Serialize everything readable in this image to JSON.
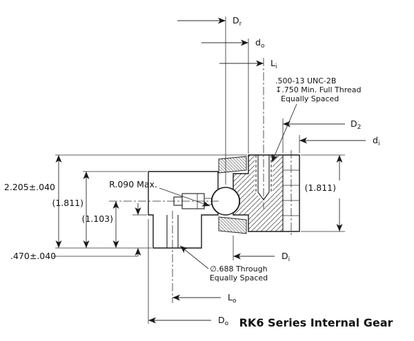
{
  "title": "RK6 Series Internal Gear",
  "colors": {
    "ink": "#1a1a1a"
  },
  "dims": {
    "dr": {
      "base": "D",
      "sub": "r"
    },
    "do_top": {
      "base": "d",
      "sub": "o"
    },
    "li": {
      "base": "L",
      "sub": "i"
    },
    "d2": {
      "base": "D",
      "sub": "2"
    },
    "di_small": {
      "base": "d",
      "sub": "i"
    },
    "di_cap": {
      "base": "D",
      "sub": "i"
    },
    "lo": {
      "base": "L",
      "sub": "o"
    },
    "do_big": {
      "base": "D",
      "sub": "o"
    },
    "overall_height": "2.205±.040",
    "outer_ring_height": "(1.811)",
    "center_height": "(1.103)",
    "inner_ring_height": "(1.811)",
    "flange_thickness": ".470±.040",
    "radius_note": "R.090 Max."
  },
  "notes": {
    "thread_line1": ".500-13 UNC-2B",
    "thread_line2": "↧.750 Min. Full Thread",
    "thread_line3": "Equally Spaced",
    "hole_line1": "∅.688 Through",
    "hole_line2": "Equally Spaced"
  }
}
